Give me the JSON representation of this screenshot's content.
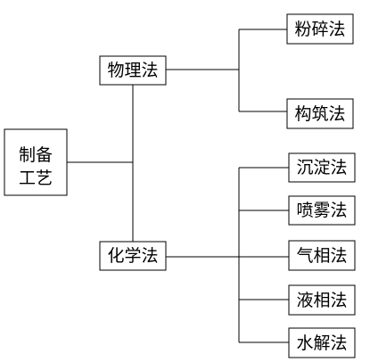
{
  "root": {
    "line1": "制备",
    "line2": "工艺"
  },
  "branches": [
    {
      "label": "物理法",
      "children": [
        "粉碎法",
        "构筑法"
      ]
    },
    {
      "label": "化学法",
      "children": [
        "沉淀法",
        "喷雾法",
        "气相法",
        "液相法",
        "水解法"
      ]
    }
  ]
}
